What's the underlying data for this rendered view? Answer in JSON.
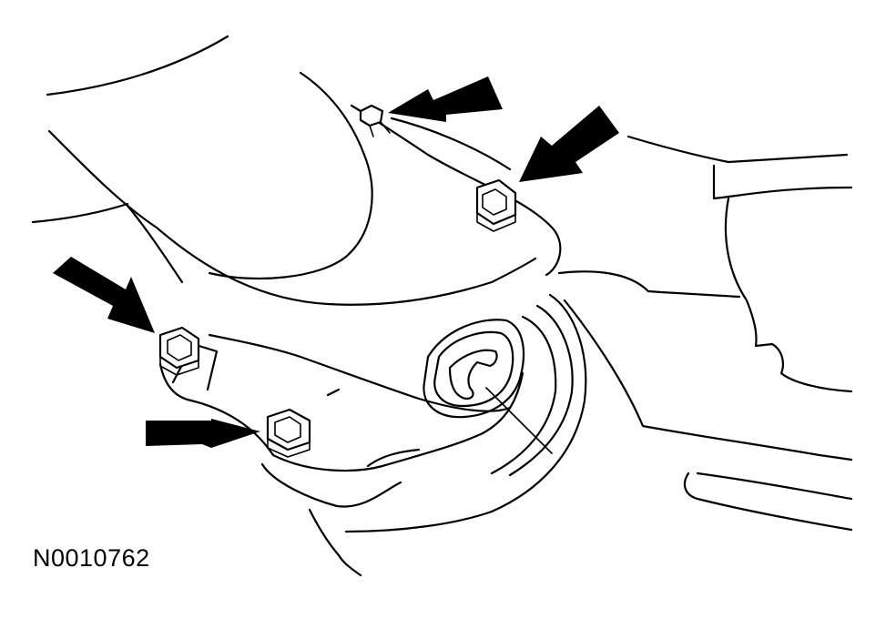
{
  "figure": {
    "reference_id": "N0010762",
    "colors": {
      "line": "#000000",
      "background": "#ffffff"
    },
    "callouts": [
      {
        "id": "arrow-top-left",
        "points_to": "bolt-top-left"
      },
      {
        "id": "arrow-top-right",
        "points_to": "bolt-top-right"
      },
      {
        "id": "arrow-mid-left",
        "points_to": "bolt-mid-left"
      },
      {
        "id": "arrow-bottom-left",
        "points_to": "bolt-bottom-left"
      }
    ]
  }
}
